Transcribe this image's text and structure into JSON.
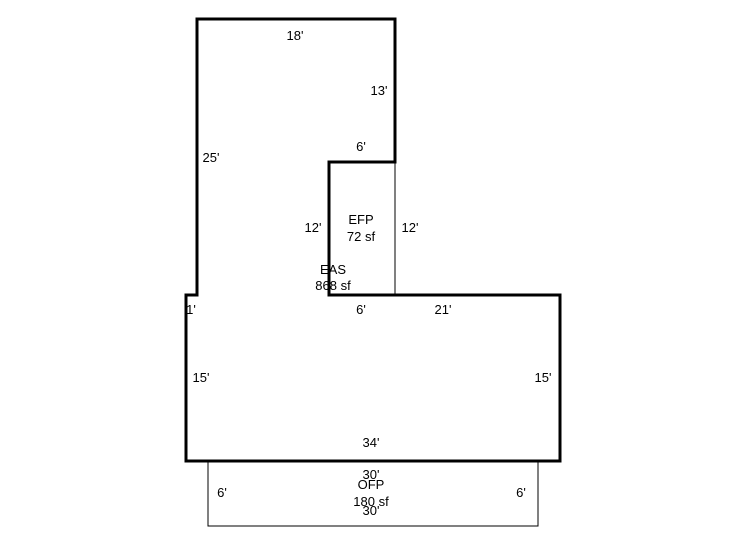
{
  "areas": {
    "eas": {
      "code": "EAS",
      "size": "868 sf"
    },
    "efp": {
      "code": "EFP",
      "size": "72 sf"
    },
    "ofp": {
      "code": "OFP",
      "size": "180 sf"
    }
  },
  "dimensions": {
    "eas_top": "18'",
    "eas_upper_right": "13'",
    "eas_notch_top": "6'",
    "eas_left_upper": "25'",
    "eas_notch_left": "12'",
    "eas_notch_bottom": "6'",
    "eas_step": "1'",
    "eas_lower_top_right": "21'",
    "eas_lower_left": "15'",
    "eas_lower_right": "15'",
    "eas_bottom": "34'",
    "efp_right": "12'",
    "ofp_top": "30'",
    "ofp_left": "6'",
    "ofp_right": "6'",
    "ofp_bottom": "30'"
  },
  "colors": {
    "line": "#000000",
    "background": "#ffffff"
  }
}
